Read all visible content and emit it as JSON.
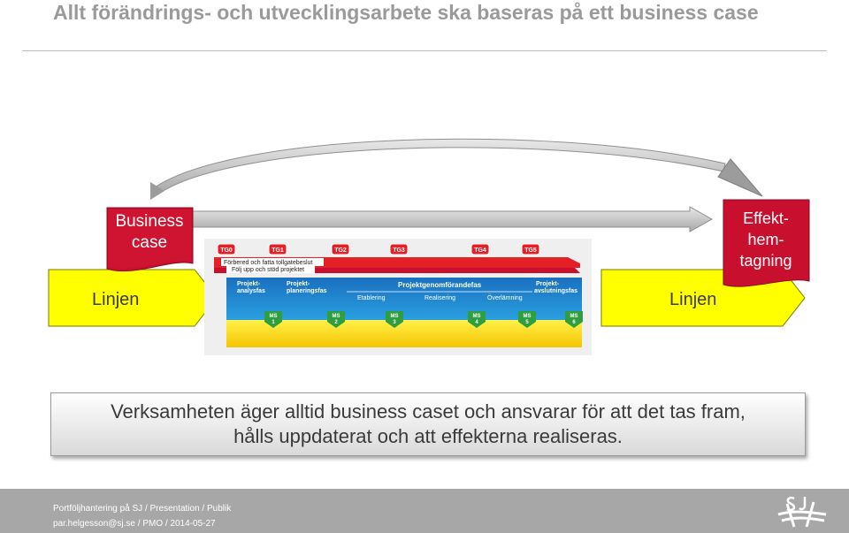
{
  "title": "Allt förändrings- och utvecklingsarbete ska baseras på ett business case",
  "diagram": {
    "business_case": "Business case",
    "effekt_lines": [
      "Effekt-",
      "hem-",
      "tagning"
    ],
    "linjen_left": "Linjen",
    "linjen_right": "Linjen",
    "tollgates": [
      "TG0",
      "TG1",
      "TG2",
      "TG3",
      "TG4",
      "TG5"
    ],
    "bar1": "Förbered och fatta tollgatebeslut",
    "bar2": "Följ upp och stöd projektet",
    "phases": {
      "analys": [
        "Projekt-",
        "analysfas"
      ],
      "planering": [
        "Projekt-",
        "planeringsfas"
      ],
      "genomforande": "Projektgenomförandefas",
      "avslutning": [
        "Projekt-",
        "avslutningsfas"
      ],
      "etablering": "Etablering",
      "realisering": "Realisering",
      "overlamning": "Överlämning"
    },
    "milestones": [
      {
        "l1": "MS",
        "l2": "1"
      },
      {
        "l1": "MS",
        "l2": "2"
      },
      {
        "l1": "MS",
        "l2": "3"
      },
      {
        "l1": "MS",
        "l2": "4"
      },
      {
        "l1": "MS",
        "l2": "5"
      },
      {
        "l1": "MS",
        "l2": "6"
      }
    ]
  },
  "statement": {
    "line1": "Verksamheten äger alltid business caset och ansvarar för att det tas fram,",
    "line2": "hålls uppdaterat och att effekterna realiseras."
  },
  "footer": {
    "line1": "Portföljhantering på SJ / Presentation / Publik",
    "line2": "par.helgesson@sj.se / PMO / 2014-05-27"
  },
  "colors": {
    "red": "#c8102e",
    "yellow": "#ffff00",
    "blue": "#1a7fd0",
    "grey_footer": "#a7a7a7"
  }
}
